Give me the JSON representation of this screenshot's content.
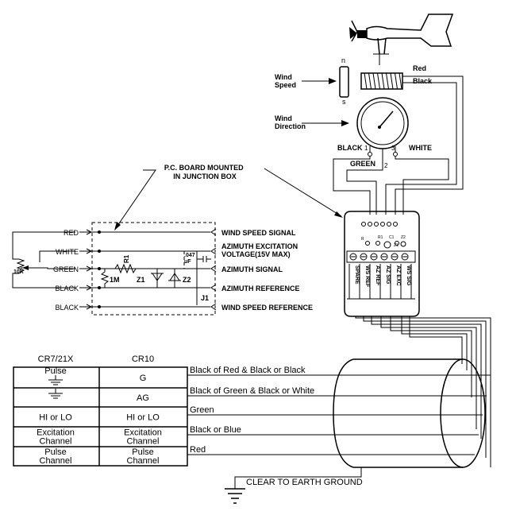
{
  "sensor": {
    "wind_speed": "Wind\nSpeed",
    "wind_direction": "Wind\nDirection",
    "pole_n": "n",
    "pole_s": "s",
    "lead_red": "Red",
    "lead_black": "Black",
    "pot_black": "BLACK",
    "pot_white": "WHITE",
    "pot_green": "GREEN",
    "pin1": "1",
    "pin2": "2",
    "pin3": "3"
  },
  "pcboard": {
    "title": "P.C. BOARD MOUNTED\nIN JUNCTION BOX",
    "r1": "R1",
    "rm": "1M",
    "z1": "Z1",
    "z2": "Z2",
    "cap": ".047\nuF",
    "pot": "10K",
    "j1": "J1",
    "wires": [
      "RED",
      "WHITE",
      "GREEN",
      "BLACK",
      "BLACK"
    ],
    "signals": [
      "WIND SPEED SIGNAL",
      "AZIMUTH EXCITATION\nVOLTAGE(15V MAX)",
      "AZIMUTH SIGNAL",
      "AZIMUTH REFERENCE",
      "WIND SPEED REFERENCE"
    ],
    "terminals": [
      "SPARE",
      "WS REF",
      "AZ REF",
      "AZ SIG",
      "AZ EXC",
      "WS SIG"
    ],
    "components": [
      "R",
      "R1",
      "C1",
      "Z1",
      "Z2"
    ]
  },
  "table": {
    "headers": [
      "CR7/21X",
      "CR10"
    ],
    "rows": [
      {
        "cr7": "Pulse",
        "cr10": "G",
        "wire": "Black of Red & Black or Black"
      },
      {
        "cr7": "",
        "cr10": "AG",
        "wire": "Black of Green & Black or White"
      },
      {
        "cr7": "HI or LO",
        "cr10": "HI or LO",
        "wire": "Green"
      },
      {
        "cr7": "Excitation\nChannel",
        "cr10": "Excitation\nChannel",
        "wire": "Black or Blue"
      },
      {
        "cr7": "Pulse\nChannel",
        "cr10": "Pulse\nChannel",
        "wire": "Red"
      }
    ]
  },
  "ground_label": "CLEAR TO EARTH GROUND"
}
